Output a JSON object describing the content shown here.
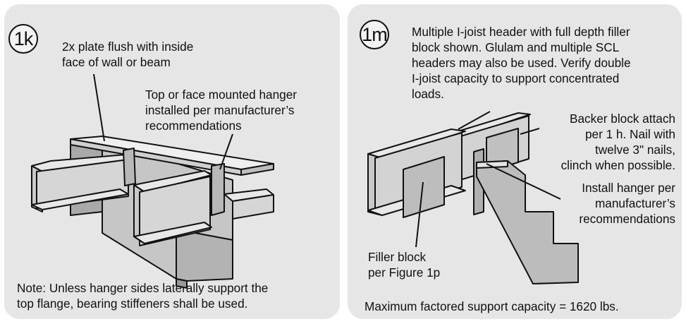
{
  "panel_1k": {
    "badge": "1k",
    "callout_plate": "2x plate flush with inside\nface of wall or beam",
    "callout_hanger": "Top or face mounted hanger\ninstalled per manufacturer’s\nrecommendations",
    "note": "Note: Unless hanger sides laterally support the\ntop flange, bearing stiffeners shall be used."
  },
  "panel_1m": {
    "badge": "1m",
    "description": "Multiple I-joist header with full depth filler\nblock shown.  Glulam and multiple SCL\nheaders may also be used. Verify double\nI-joist capacity to support concentrated\nloads.",
    "callout_backer": "Backer block attach\nper 1 h. Nail with\ntwelve 3\" nails,\nclinch when possible.",
    "callout_install": "Install hanger per\nmanufacturer’s\nrecommendations",
    "callout_filler": "Filler block\nper Figure 1p",
    "capacity": "Maximum factored support capacity = 1620 lbs."
  },
  "colors": {
    "panel_bg": "#e6e6e6",
    "wood_light": "#ededed",
    "wood_mid": "#cfcfcf",
    "wood_dark": "#a9a9a9",
    "ink": "#111111"
  }
}
